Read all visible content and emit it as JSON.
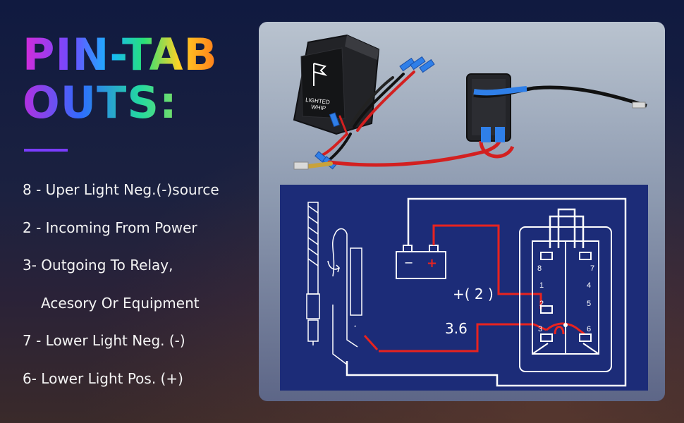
{
  "title": {
    "line1": "PIN-TAB",
    "line2": "OUTS:"
  },
  "pins": [
    "8 - Uper Light Neg.(-)source",
    "2 - Incoming From Power",
    "3- Outgoing To Relay,",
    "Acesory Or Equipment",
    "7 - Lower Light Neg. (-)",
    "6- Lower Light Pos. (+)"
  ],
  "product": {
    "switch_label_line1": "LIGHTED",
    "switch_label_line2": "WHIP"
  },
  "diagram": {
    "battery_minus": "−",
    "battery_plus": "+",
    "label_power": "+( 2 )",
    "label_relay": "3.6",
    "terminals": {
      "t8": "8",
      "t7": "7",
      "t1": "1",
      "t4": "4",
      "t2": "2",
      "t5": "5",
      "t3": "3",
      "t6": "6"
    }
  },
  "colors": {
    "panel": "#8e9bb1",
    "diagram_bg": "#1c2c78",
    "wire_white": "#ffffff",
    "wire_red": "#e8231f",
    "accent_underline": "#7a3cff"
  }
}
